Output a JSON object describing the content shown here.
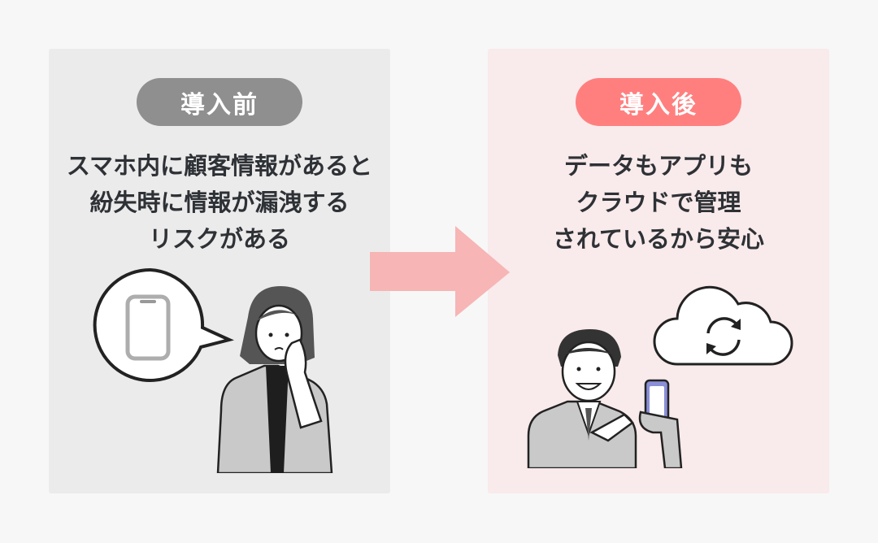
{
  "before": {
    "label": "導入前",
    "lines": [
      "スマホ内に顧客情報があると",
      "紛失時に情報が漏洩する",
      "リスクがある"
    ]
  },
  "after": {
    "label": "導入後",
    "lines": [
      "データもアプリも",
      "クラウドで管理",
      "されているから安心"
    ]
  },
  "colors": {
    "background": "#f7f7f7",
    "before_panel": "#ebebeb",
    "before_pill": "#8f8f8f",
    "after_panel": "#f9eaeb",
    "after_pill": "#ff7f7f",
    "arrow": "#f7b5b5",
    "text": "#2e3135"
  }
}
